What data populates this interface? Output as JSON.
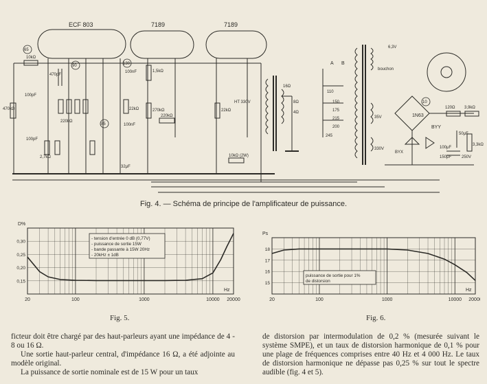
{
  "schematic": {
    "tubes": [
      "ECF 803",
      "7189",
      "7189"
    ],
    "node_labels": [
      "65",
      "90",
      "130",
      "85",
      "10"
    ],
    "components": [
      "10kΩ",
      "470kΩ",
      "470pF",
      "100pF",
      "2,7kΩ",
      "220kΩ",
      "100nF",
      "22kΩ",
      "32μF",
      "1,5kΩ",
      "270kΩ",
      "220kΩ",
      "22kΩ",
      "HT 330V",
      "16Ω",
      "8Ω",
      "4Ω",
      "10kΩ (2W)",
      "6,3V",
      "bouchon",
      "1N63",
      "BYY",
      "BYX",
      "120Ω",
      "3,9kΩ",
      "50μF",
      "100μF",
      "150μF",
      "250V",
      "3,3kΩ",
      "35V",
      "330V",
      "245",
      "200",
      "215",
      "175",
      "150",
      "110",
      "A",
      "B"
    ],
    "caption": "Fig. 4. — Schéma de principe de l'amplificateur de puissance."
  },
  "fig5": {
    "caption": "Fig. 5.",
    "legend": [
      "tension d'entrée 0 dB (0,77V)",
      "puissance de sortie 15W",
      "bande passante à 15W 20Hz",
      "20kHz ± 1dB"
    ],
    "chart_data": {
      "type": "line",
      "ylabel": "D%",
      "xlabel": "Hz",
      "x_scale": "log",
      "xlim": [
        20,
        20000
      ],
      "ylim": [
        0.1,
        0.35
      ],
      "x_ticks": [
        "20",
        "100",
        "1000",
        "10000",
        "20000"
      ],
      "y_ticks": [
        "0,30",
        "0,25",
        "0,20",
        "0,15"
      ],
      "series": [
        {
          "x": [
            20,
            25,
            30,
            40,
            60,
            100,
            200,
            500,
            1000,
            2000,
            4000,
            7000,
            10000,
            13000,
            16000,
            20000
          ],
          "y": [
            0.24,
            0.21,
            0.185,
            0.165,
            0.155,
            0.152,
            0.151,
            0.151,
            0.151,
            0.151,
            0.152,
            0.158,
            0.18,
            0.23,
            0.28,
            0.33
          ]
        }
      ]
    }
  },
  "fig6": {
    "caption": "Fig. 6.",
    "legend": [
      "puissance de sortie pour 1%",
      "de distorsion"
    ],
    "chart_data": {
      "type": "line",
      "ylabel": "Ps",
      "xlabel": "Hz",
      "x_scale": "log",
      "xlim": [
        20,
        20000
      ],
      "ylim": [
        14,
        19
      ],
      "x_ticks": [
        "20",
        "100",
        "1000",
        "10000",
        "20000"
      ],
      "y_ticks": [
        "18",
        "17",
        "16",
        "15"
      ],
      "series": [
        {
          "x": [
            20,
            30,
            50,
            100,
            300,
            1000,
            2000,
            4000,
            7000,
            10000,
            15000,
            20000
          ],
          "y": [
            17.6,
            17.9,
            18.0,
            18.0,
            18.0,
            18.0,
            17.9,
            17.6,
            17.1,
            16.6,
            15.9,
            15.2
          ]
        }
      ]
    }
  },
  "text_left": [
    "ficteur doit être chargé par des haut-parleurs ayant une impédance de 4 - 8 ou 16 Ω.",
    "Une sortie haut-parleur central, d'impédance 16 Ω, a été adjointe au modèle original.",
    "La puissance de sortie nominale est de 15 W pour un taux"
  ],
  "text_right": [
    "de distorsion par intermodulation de 0,2 % (mesurée suivant le système SMPE), et un taux de distorsion harmonique de 0,1 % pour une plage de fréquences comprises entre 40 Hz et 4 000 Hz. Le taux de distorsion harmonique ne dépasse pas 0,25 % sur tout le spectre audible (fig. 4 et 5)."
  ]
}
